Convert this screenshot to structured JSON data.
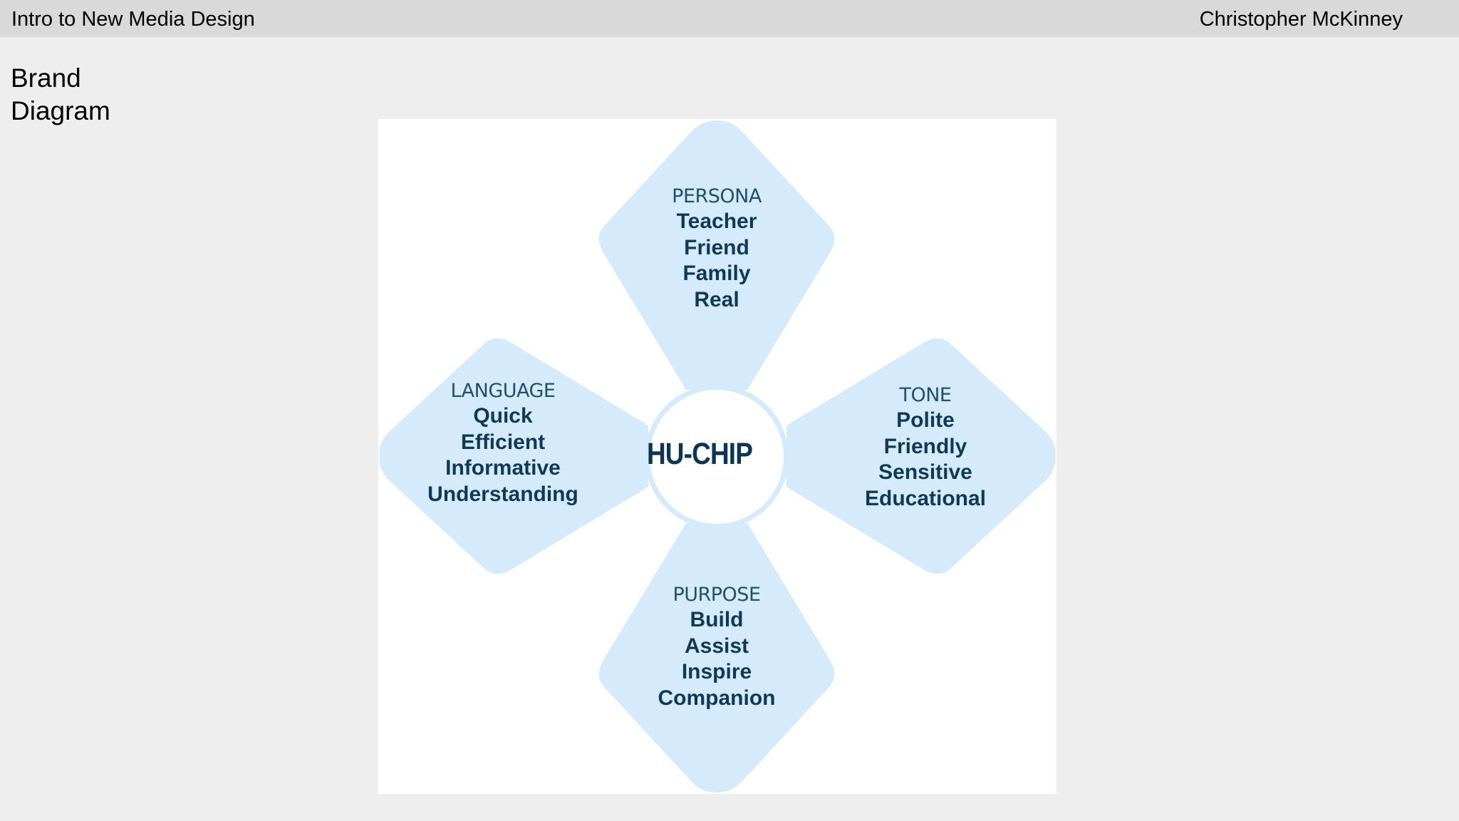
{
  "header": {
    "course_title": "Intro to New Media Design",
    "author": "Christopher McKinney"
  },
  "slide": {
    "heading_line1": "Brand",
    "heading_line2": "Diagram"
  },
  "diagram": {
    "center_label": "HU-CHIP",
    "colors": {
      "petal_fill": "#d5eafa",
      "heading_text": "#20506a",
      "item_text": "#0f3a57"
    },
    "petals": {
      "persona": {
        "heading": "PERSONA",
        "items": [
          "Teacher",
          "Friend",
          "Family",
          "Real"
        ]
      },
      "language": {
        "heading": "LANGUAGE",
        "items": [
          "Quick",
          "Efficient",
          "Informative",
          "Understanding"
        ]
      },
      "tone": {
        "heading": "TONE",
        "items": [
          "Polite",
          "Friendly",
          "Sensitive",
          "Educational"
        ]
      },
      "purpose": {
        "heading": "PURPOSE",
        "items": [
          "Build",
          "Assist",
          "Inspire",
          "Companion"
        ]
      }
    }
  }
}
